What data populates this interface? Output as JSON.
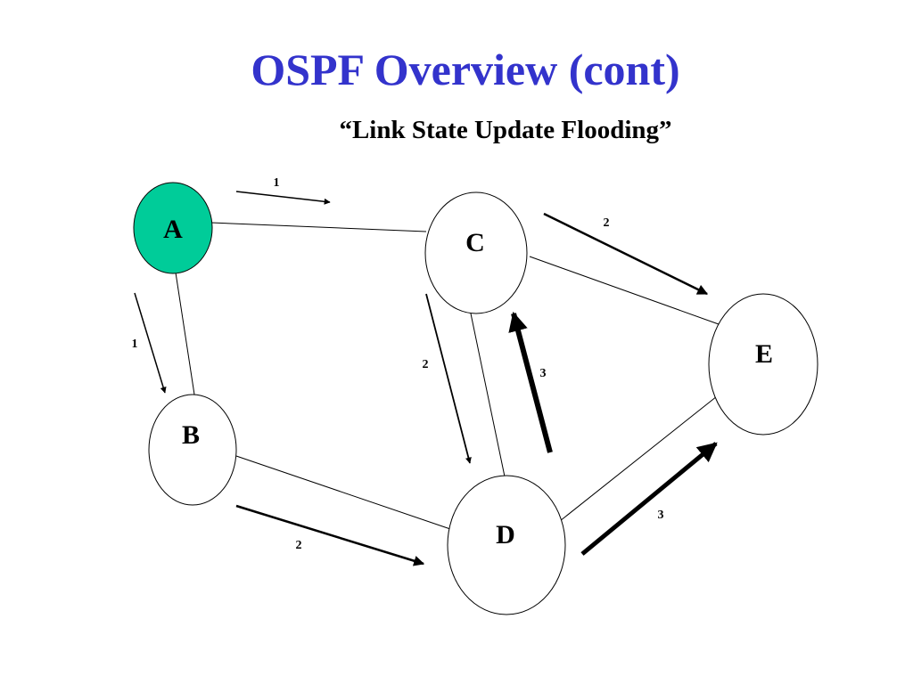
{
  "slide": {
    "title": "OSPF Overview (cont)",
    "subtitle": "“Link State Update Flooding”"
  },
  "colors": {
    "title": "#3333cc",
    "origin_node_fill": "#00cc99",
    "node_fill": "#ffffff",
    "stroke": "#000000"
  },
  "diagram": {
    "nodes": [
      {
        "id": "A",
        "label": "A",
        "origin": true
      },
      {
        "id": "B",
        "label": "B",
        "origin": false
      },
      {
        "id": "C",
        "label": "C",
        "origin": false
      },
      {
        "id": "D",
        "label": "D",
        "origin": false
      },
      {
        "id": "E",
        "label": "E",
        "origin": false
      }
    ],
    "links": [
      {
        "from": "A",
        "to": "C"
      },
      {
        "from": "A",
        "to": "B"
      },
      {
        "from": "B",
        "to": "D"
      },
      {
        "from": "C",
        "to": "D"
      },
      {
        "from": "C",
        "to": "E"
      },
      {
        "from": "D",
        "to": "E"
      }
    ],
    "flood_steps": [
      {
        "from": "A",
        "to": "C",
        "step": "1"
      },
      {
        "from": "A",
        "to": "B",
        "step": "1"
      },
      {
        "from": "C",
        "to": "E",
        "step": "2"
      },
      {
        "from": "C",
        "to": "D",
        "step": "2"
      },
      {
        "from": "B",
        "to": "D",
        "step": "2"
      },
      {
        "from": "D",
        "to": "C",
        "step": "3"
      },
      {
        "from": "D",
        "to": "E",
        "step": "3"
      }
    ]
  }
}
